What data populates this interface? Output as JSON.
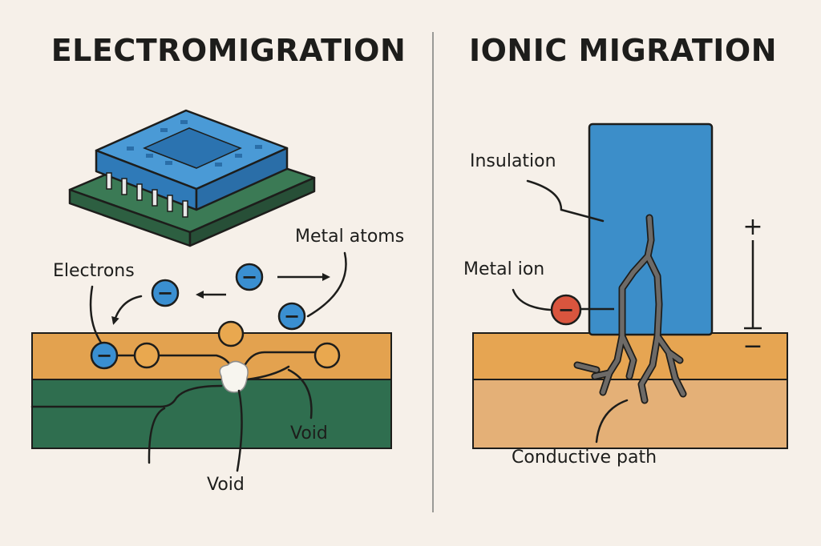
{
  "left_panel": {
    "title": "ELECTROMIGRATION",
    "labels": {
      "metal_atoms": "Metal atoms",
      "electrons": "Electrons",
      "void_right": "Void",
      "void_bottom": "Void"
    },
    "electron_symbol": "−",
    "colors": {
      "copper_layer": "#e3a24f",
      "substrate": "#2f6e4f",
      "electron": "#3a8fd1",
      "chip": "#3d8fcf",
      "pcb": "#3b7a55",
      "atom": "#e9a84f"
    }
  },
  "right_panel": {
    "title": "IONIC MIGRATION",
    "labels": {
      "insulation": "Insulation",
      "metal_ion": "Metal ion",
      "conductive_path": "Conductive path"
    },
    "ion_symbol": "−",
    "plus_symbol": "+",
    "minus_symbol": "−",
    "colors": {
      "insulation": "#3c8ec9",
      "copper_top": "#e6a552",
      "copper_bottom": "#e4b077",
      "ion": "#d9553e",
      "dendrite": "#6d6a67"
    }
  },
  "divider_color": "#9a9a96",
  "icons": [
    "chip-icon",
    "electron-icon",
    "metal-atom-icon",
    "metal-ion-icon",
    "dendrite-icon",
    "void-icon",
    "arrow-icon"
  ]
}
